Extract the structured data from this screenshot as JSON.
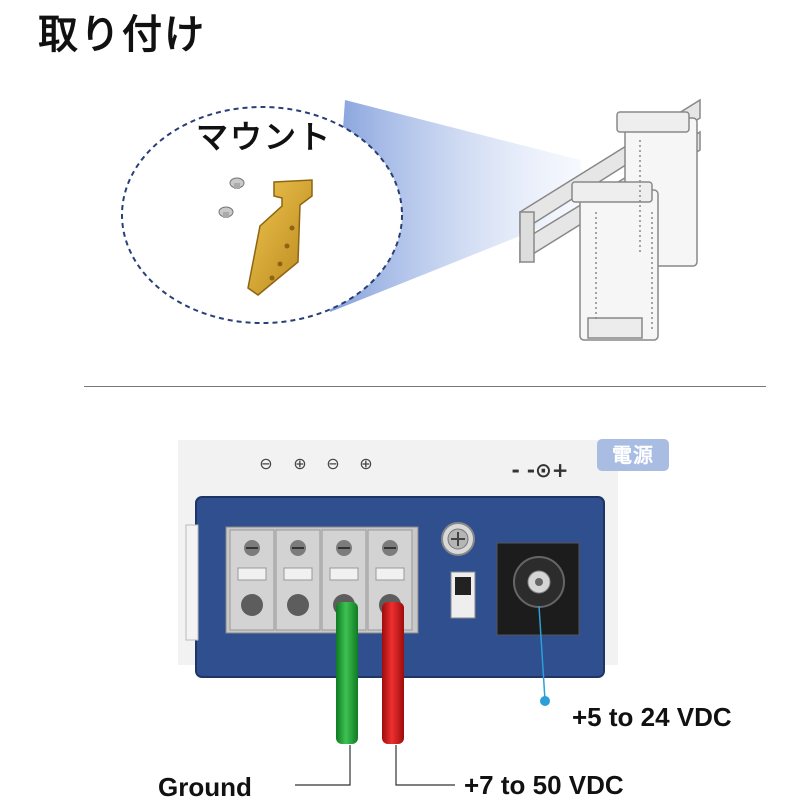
{
  "title": "取り付け",
  "mount_callout": {
    "label": "マウント"
  },
  "terminal": {
    "polarity_symbols": [
      "⊖",
      "⊕",
      "⊖",
      "⊕"
    ],
    "power_badge": "電源",
    "dc_jack_symbol": "- -⊙+"
  },
  "labels": {
    "dc_jack_voltage": "+5 to 24 VDC",
    "ground": "Ground",
    "terminal_voltage": "+7 to 50 VDC"
  },
  "colors": {
    "ground_wire": "#1a9a2f",
    "positive_wire": "#d01515",
    "device_body": "#2f4f8f",
    "bracket": "#d8a52c",
    "dc_pointer": "#2a9fd8"
  }
}
